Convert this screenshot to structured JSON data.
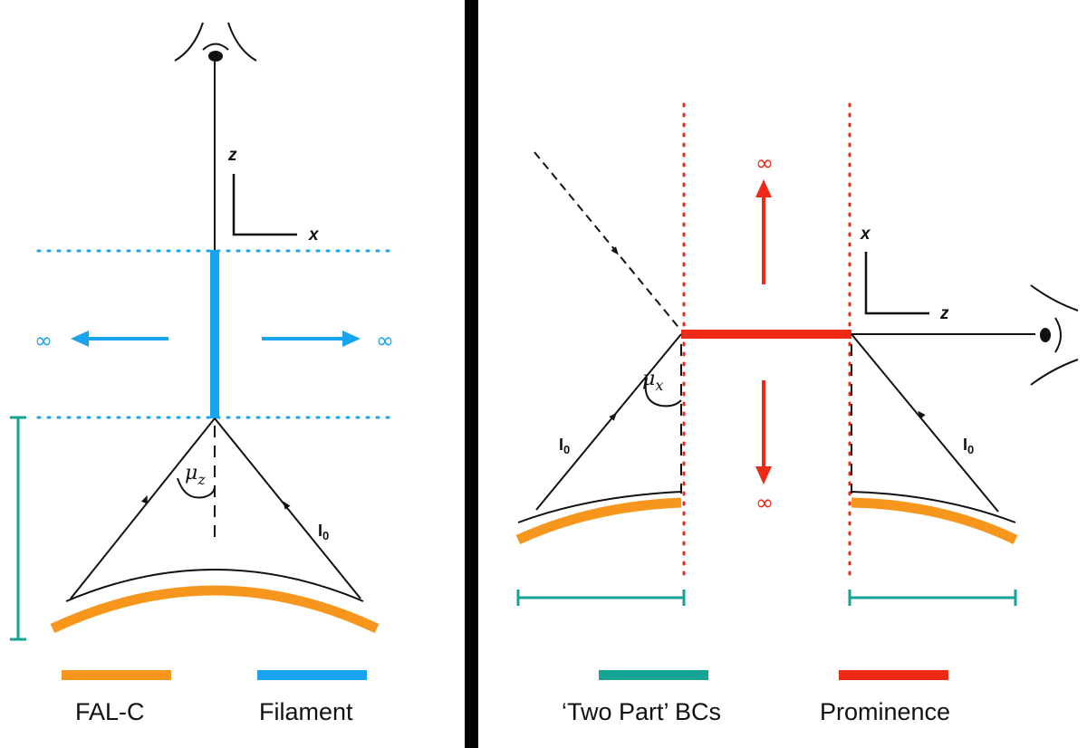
{
  "legend_left": {
    "fal_c": "FAL-C",
    "filament": "Filament"
  },
  "legend_right": {
    "bcs": "‘Two Part’ BCs",
    "prominence": "Prominence"
  },
  "left_panel": {
    "axis_vertical": "z",
    "axis_horizontal": "x",
    "angle": "μ",
    "angle_sub": "z",
    "intensity": "I",
    "intensity_sub": "0",
    "infinity": "∞"
  },
  "right_panel": {
    "axis_vertical": "x",
    "axis_horizontal": "z",
    "angle": "μ",
    "angle_sub": "x",
    "intensity": "I",
    "intensity_sub": "0",
    "infinity": "∞"
  },
  "colors": {
    "fal_c": "#f7961c",
    "filament": "#1aa3ee",
    "bcs": "#14a394",
    "prominence": "#ee2a16",
    "divider": "#000000"
  }
}
